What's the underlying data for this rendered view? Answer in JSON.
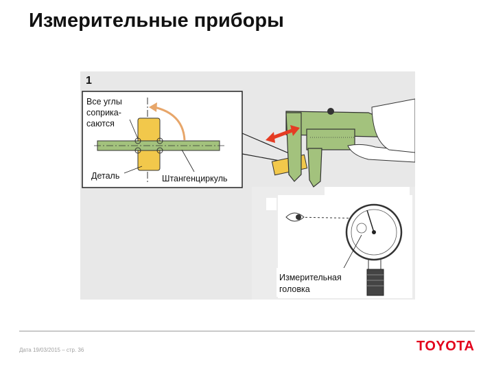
{
  "slide": {
    "title": "Измерительные приборы",
    "footer": "Дата 19/03/2015 – стр. 36",
    "logo": "TOYOTA"
  },
  "figure": {
    "number": "1",
    "inset_label_corners_line1": "Все углы",
    "inset_label_corners_line2": "соприка-",
    "inset_label_corners_line3": "саются",
    "inset_label_part": "Деталь",
    "inset_label_caliper": "Штангенциркуль",
    "gauge_label_line1": "Измерительная",
    "gauge_label_line2": "головка",
    "colors": {
      "panel": "#e8e8e8",
      "caliper_green": "#a3c27d",
      "part_yellow": "#f2c84b",
      "arrow_red": "#e53b23",
      "arc_orange": "#e7a66a"
    }
  }
}
